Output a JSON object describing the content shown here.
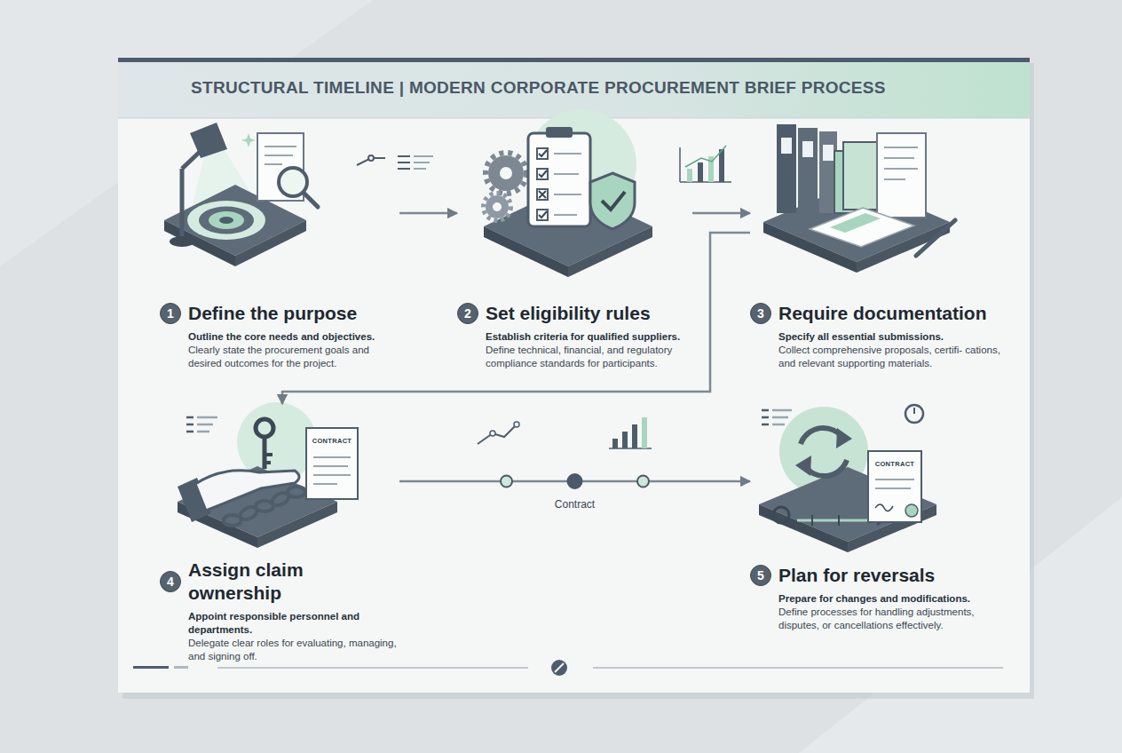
{
  "diagram": {
    "title": "STRUCTURAL TIMELINE | MODERN CORPORATE PROCUREMENT BRIEF PROCESS",
    "nodes": [
      {
        "text": [
          "1",
          "Define the purpose",
          "Outline the core needs and objectives.",
          "Clearly state the procurement goals and desired outcomes for the project."
        ]
      },
      {
        "text": [
          "2",
          "Set eligibility rules",
          "Establish criteria for qualified suppliers.",
          "Define technical, financial, and regulatory compliance standards for participants."
        ]
      },
      {
        "text": [
          "3",
          "Require documentation",
          "Specify all essential submissions.",
          "Collect comprehensive proposals, certifi- cations, and relevant supporting materials."
        ]
      },
      {
        "text": [
          "4",
          "Assign claim ownership",
          "Appoint responsible personnel and departments.",
          "Delegate clear roles for evaluating, managing, and signing off."
        ]
      },
      {
        "text": [
          "5",
          "Plan for reversals",
          "Prepare for changes and modifications.",
          "Define processes for handling adjustments, disputes, or cancellations effectively."
        ]
      }
    ],
    "edges": [
      {
        "from": 0,
        "to": 1,
        "arrow": "to"
      },
      {
        "from": 1,
        "to": 2,
        "arrow": "to"
      },
      {
        "from": 2,
        "to": 3,
        "arrow": "to"
      },
      {
        "from": 3,
        "to": 4,
        "label": "Contract",
        "arrow": "to"
      }
    ],
    "labels": [
      "CONTRACT",
      "CONTRACT"
    ]
  }
}
